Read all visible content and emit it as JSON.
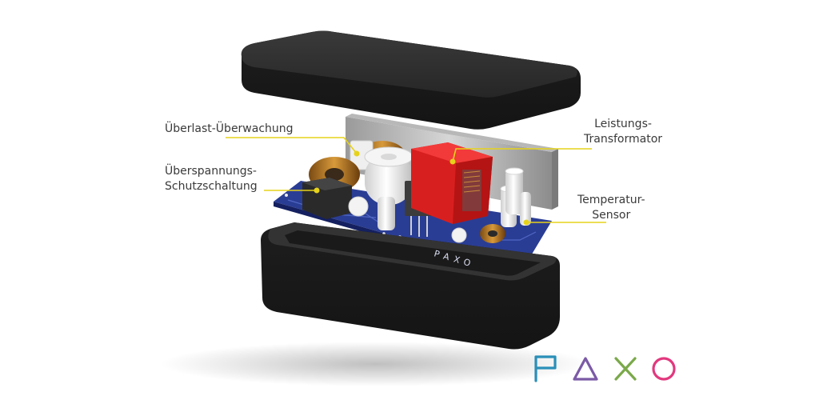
{
  "callouts": {
    "overload": {
      "text": "Überlast-Überwachung"
    },
    "surge": {
      "line1": "Überspannungs-",
      "line2": "Schutzschaltung"
    },
    "transformer": {
      "line1": "Leistungs-",
      "line2": "Transformator"
    },
    "temperature": {
      "line1": "Temperatur-",
      "line2": "Sensor"
    }
  },
  "board": {
    "silkscreen": "PAXO"
  },
  "brand": {
    "name": "PAXO",
    "colors": {
      "P": "#2a8fb8",
      "A": "#7b5aa6",
      "X": "#7ba94a",
      "O": "#e2387e"
    }
  },
  "colors": {
    "callout_line": "#e6d21a",
    "callout_dot": "#e6d21a",
    "pcb": "#1c2e7a",
    "relay": "#e02222",
    "case": "#2b2b2b"
  }
}
